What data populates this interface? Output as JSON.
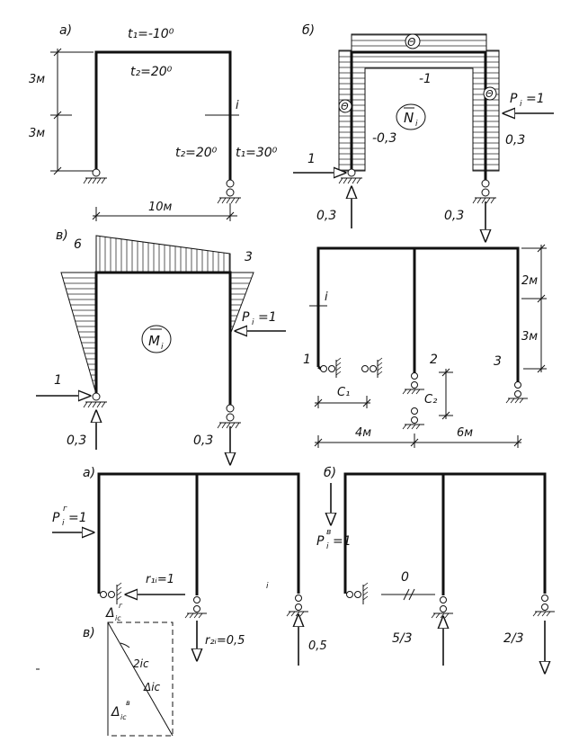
{
  "labels": {
    "a1": "а)",
    "b1": "б)",
    "v1": "в)",
    "a2": "а)",
    "b2": "б)",
    "v2": "в)"
  },
  "panel_a": {
    "t1_top": "t₁=-10⁰",
    "t2_top": "t₂=20⁰",
    "t2_bottom": "t₂=20⁰",
    "t1_right": "t₁=30⁰",
    "dim_3m_upper": "3м",
    "dim_3m_lower": "3м",
    "dim_10m": "10м",
    "node_i": "i"
  },
  "panel_b": {
    "minus_top": "Θ",
    "minus_left": "Θ",
    "minus_right": "Θ",
    "val_top": "-1",
    "val_left": "-0,3",
    "val_right": "0,3",
    "force_label": "P",
    "force_sub": "i",
    "force_value": "=1",
    "left_force": "1",
    "react_left": "0,3",
    "react_right": "0,3",
    "diagram_name": "N",
    "diagram_sub": "i"
  },
  "panel_v": {
    "val_6": "6",
    "val_3": "3",
    "force_label": "P",
    "force_sub": "i",
    "force_value": "=1",
    "left_force": "1",
    "react_left": "0,3",
    "react_right": "0,3",
    "diagram_name": "M",
    "diagram_sub": "i"
  },
  "panel_frame2": {
    "dim_2m": "2м",
    "dim_3m": "3м",
    "dim_4m": "4м",
    "dim_6m": "6м",
    "support_1": "1",
    "support_2": "2",
    "support_3": "3",
    "c1": "С₁",
    "c2": "С₂",
    "node_i": "i"
  },
  "panel_a2": {
    "force_label": "P",
    "force_sup": "г",
    "force_sub": "i",
    "force_value": "=1",
    "r1": "r₁ᵢ=1",
    "r2": "r₂ᵢ=0,5",
    "val_05": "0,5",
    "mark_i": "i"
  },
  "panel_b2": {
    "force_label": "P",
    "force_sup": "в",
    "force_sub": "i",
    "force_value": "=1",
    "zero": "0",
    "val_53": "5/3",
    "val_23": "2/3"
  },
  "panel_v2": {
    "delta_g": "Δ",
    "delta_g_sub": "ic",
    "delta_g_sup": "г",
    "two_ic": "2ic",
    "delta_ic": "Δic",
    "delta_v": "Δ",
    "delta_v_sub": "ic",
    "delta_v_sup": "в"
  }
}
